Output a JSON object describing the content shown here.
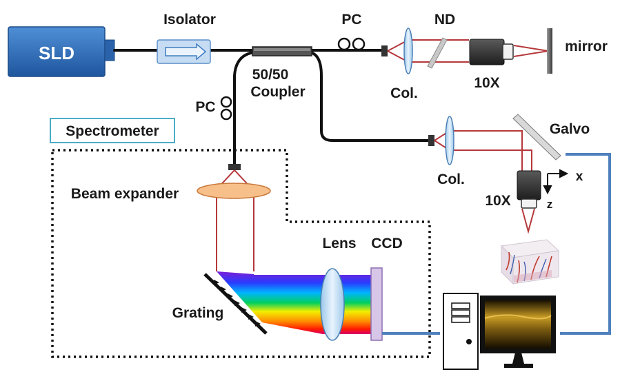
{
  "labels": {
    "sld": "SLD",
    "isolator": "Isolator",
    "pc_top": "PC",
    "nd": "ND",
    "mirror": "mirror",
    "coupler_line1": "50/50",
    "coupler_line2": "Coupler",
    "col_top": "Col.",
    "obj_top": "10X",
    "pc_left": "PC",
    "spectrometer": "Spectrometer",
    "galvo": "Galvo",
    "col_sample": "Col.",
    "obj_sample": "10X",
    "axis_x": "x",
    "axis_z": "z",
    "beam_expander": "Beam expander",
    "lens": "Lens",
    "ccd": "CCD",
    "grating": "Grating"
  },
  "colors": {
    "sld_blue": "#2f6db5",
    "fiber": "#111111",
    "beam": "#b5373a",
    "lens": "#bcd9f0",
    "expander": "#f7c08a",
    "cable": "#4f81bd",
    "ccd": "#d7c6e8",
    "spectrometer_box": "#4bacc6"
  },
  "icons": [
    "optical-isolator-arrow-icon",
    "polarization-controller-icon",
    "computer-tower-icon",
    "monitor-oct-image-icon",
    "tissue-sample-icon"
  ]
}
